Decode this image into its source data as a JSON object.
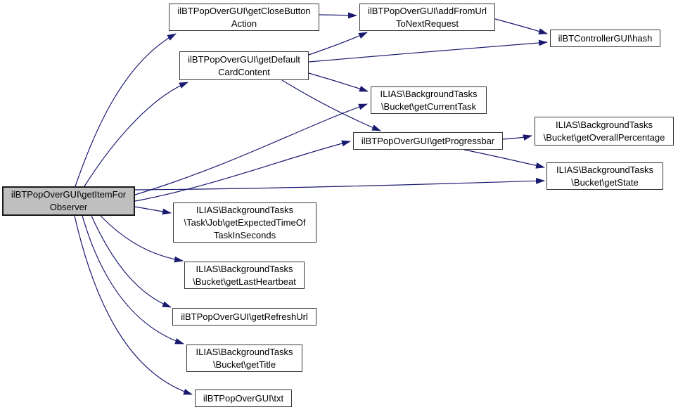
{
  "diagram": {
    "type": "call-graph",
    "colors": {
      "background": "#ffffff",
      "edge": "#191970",
      "node_fill": "#ffffff",
      "node_border": "#383838",
      "highlight_fill": "#bfbfbf",
      "text": "#000000"
    },
    "nodes": [
      {
        "id": "getItemForObserver",
        "highlight": true,
        "lines": [
          "ilBTPopOverGUI\\getItemFor",
          "Observer"
        ]
      },
      {
        "id": "getCloseButtonAction",
        "highlight": false,
        "lines": [
          "ilBTPopOverGUI\\getCloseButton",
          "Action"
        ]
      },
      {
        "id": "addFromUrlToNextRequest",
        "highlight": false,
        "lines": [
          "ilBTPopOverGUI\\addFromUrl",
          "ToNextRequest"
        ]
      },
      {
        "id": "hash",
        "highlight": false,
        "lines": [
          "ilBTControllerGUI\\hash"
        ]
      },
      {
        "id": "getDefaultCardContent",
        "highlight": false,
        "lines": [
          "ilBTPopOverGUI\\getDefault",
          "CardContent"
        ]
      },
      {
        "id": "getCurrentTask",
        "highlight": false,
        "lines": [
          "ILIAS\\BackgroundTasks",
          "\\Bucket\\getCurrentTask"
        ]
      },
      {
        "id": "getProgressbar",
        "highlight": false,
        "lines": [
          "ilBTPopOverGUI\\getProgressbar"
        ]
      },
      {
        "id": "getOverallPercentage",
        "highlight": false,
        "lines": [
          "ILIAS\\BackgroundTasks",
          "\\Bucket\\getOverallPercentage"
        ]
      },
      {
        "id": "getState",
        "highlight": false,
        "lines": [
          "ILIAS\\BackgroundTasks",
          "\\Bucket\\getState"
        ]
      },
      {
        "id": "getExpectedTimeOfTaskInSeconds",
        "highlight": false,
        "lines": [
          "ILIAS\\BackgroundTasks",
          "\\Task\\Job\\getExpectedTimeOf",
          "TaskInSeconds"
        ]
      },
      {
        "id": "getLastHeartbeat",
        "highlight": false,
        "lines": [
          "ILIAS\\BackgroundTasks",
          "\\Bucket\\getLastHeartbeat"
        ]
      },
      {
        "id": "getRefreshUrl",
        "highlight": false,
        "lines": [
          "ilBTPopOverGUI\\getRefreshUrl"
        ]
      },
      {
        "id": "getTitle",
        "highlight": false,
        "lines": [
          "ILIAS\\BackgroundTasks",
          "\\Bucket\\getTitle"
        ]
      },
      {
        "id": "txt",
        "highlight": false,
        "lines": [
          "ilBTPopOverGUI\\txt"
        ]
      }
    ],
    "edges": [
      {
        "from": "getItemForObserver",
        "to": "getCloseButtonAction"
      },
      {
        "from": "getItemForObserver",
        "to": "getDefaultCardContent"
      },
      {
        "from": "getItemForObserver",
        "to": "getCurrentTask"
      },
      {
        "from": "getItemForObserver",
        "to": "getProgressbar"
      },
      {
        "from": "getItemForObserver",
        "to": "getState"
      },
      {
        "from": "getItemForObserver",
        "to": "getExpectedTimeOfTaskInSeconds"
      },
      {
        "from": "getItemForObserver",
        "to": "getLastHeartbeat"
      },
      {
        "from": "getItemForObserver",
        "to": "getRefreshUrl"
      },
      {
        "from": "getItemForObserver",
        "to": "getTitle"
      },
      {
        "from": "getItemForObserver",
        "to": "txt"
      },
      {
        "from": "getCloseButtonAction",
        "to": "addFromUrlToNextRequest"
      },
      {
        "from": "getDefaultCardContent",
        "to": "addFromUrlToNextRequest"
      },
      {
        "from": "getDefaultCardContent",
        "to": "hash"
      },
      {
        "from": "getDefaultCardContent",
        "to": "getCurrentTask"
      },
      {
        "from": "getDefaultCardContent",
        "to": "getProgressbar"
      },
      {
        "from": "addFromUrlToNextRequest",
        "to": "hash"
      },
      {
        "from": "getProgressbar",
        "to": "getOverallPercentage"
      },
      {
        "from": "getProgressbar",
        "to": "getState"
      }
    ]
  }
}
